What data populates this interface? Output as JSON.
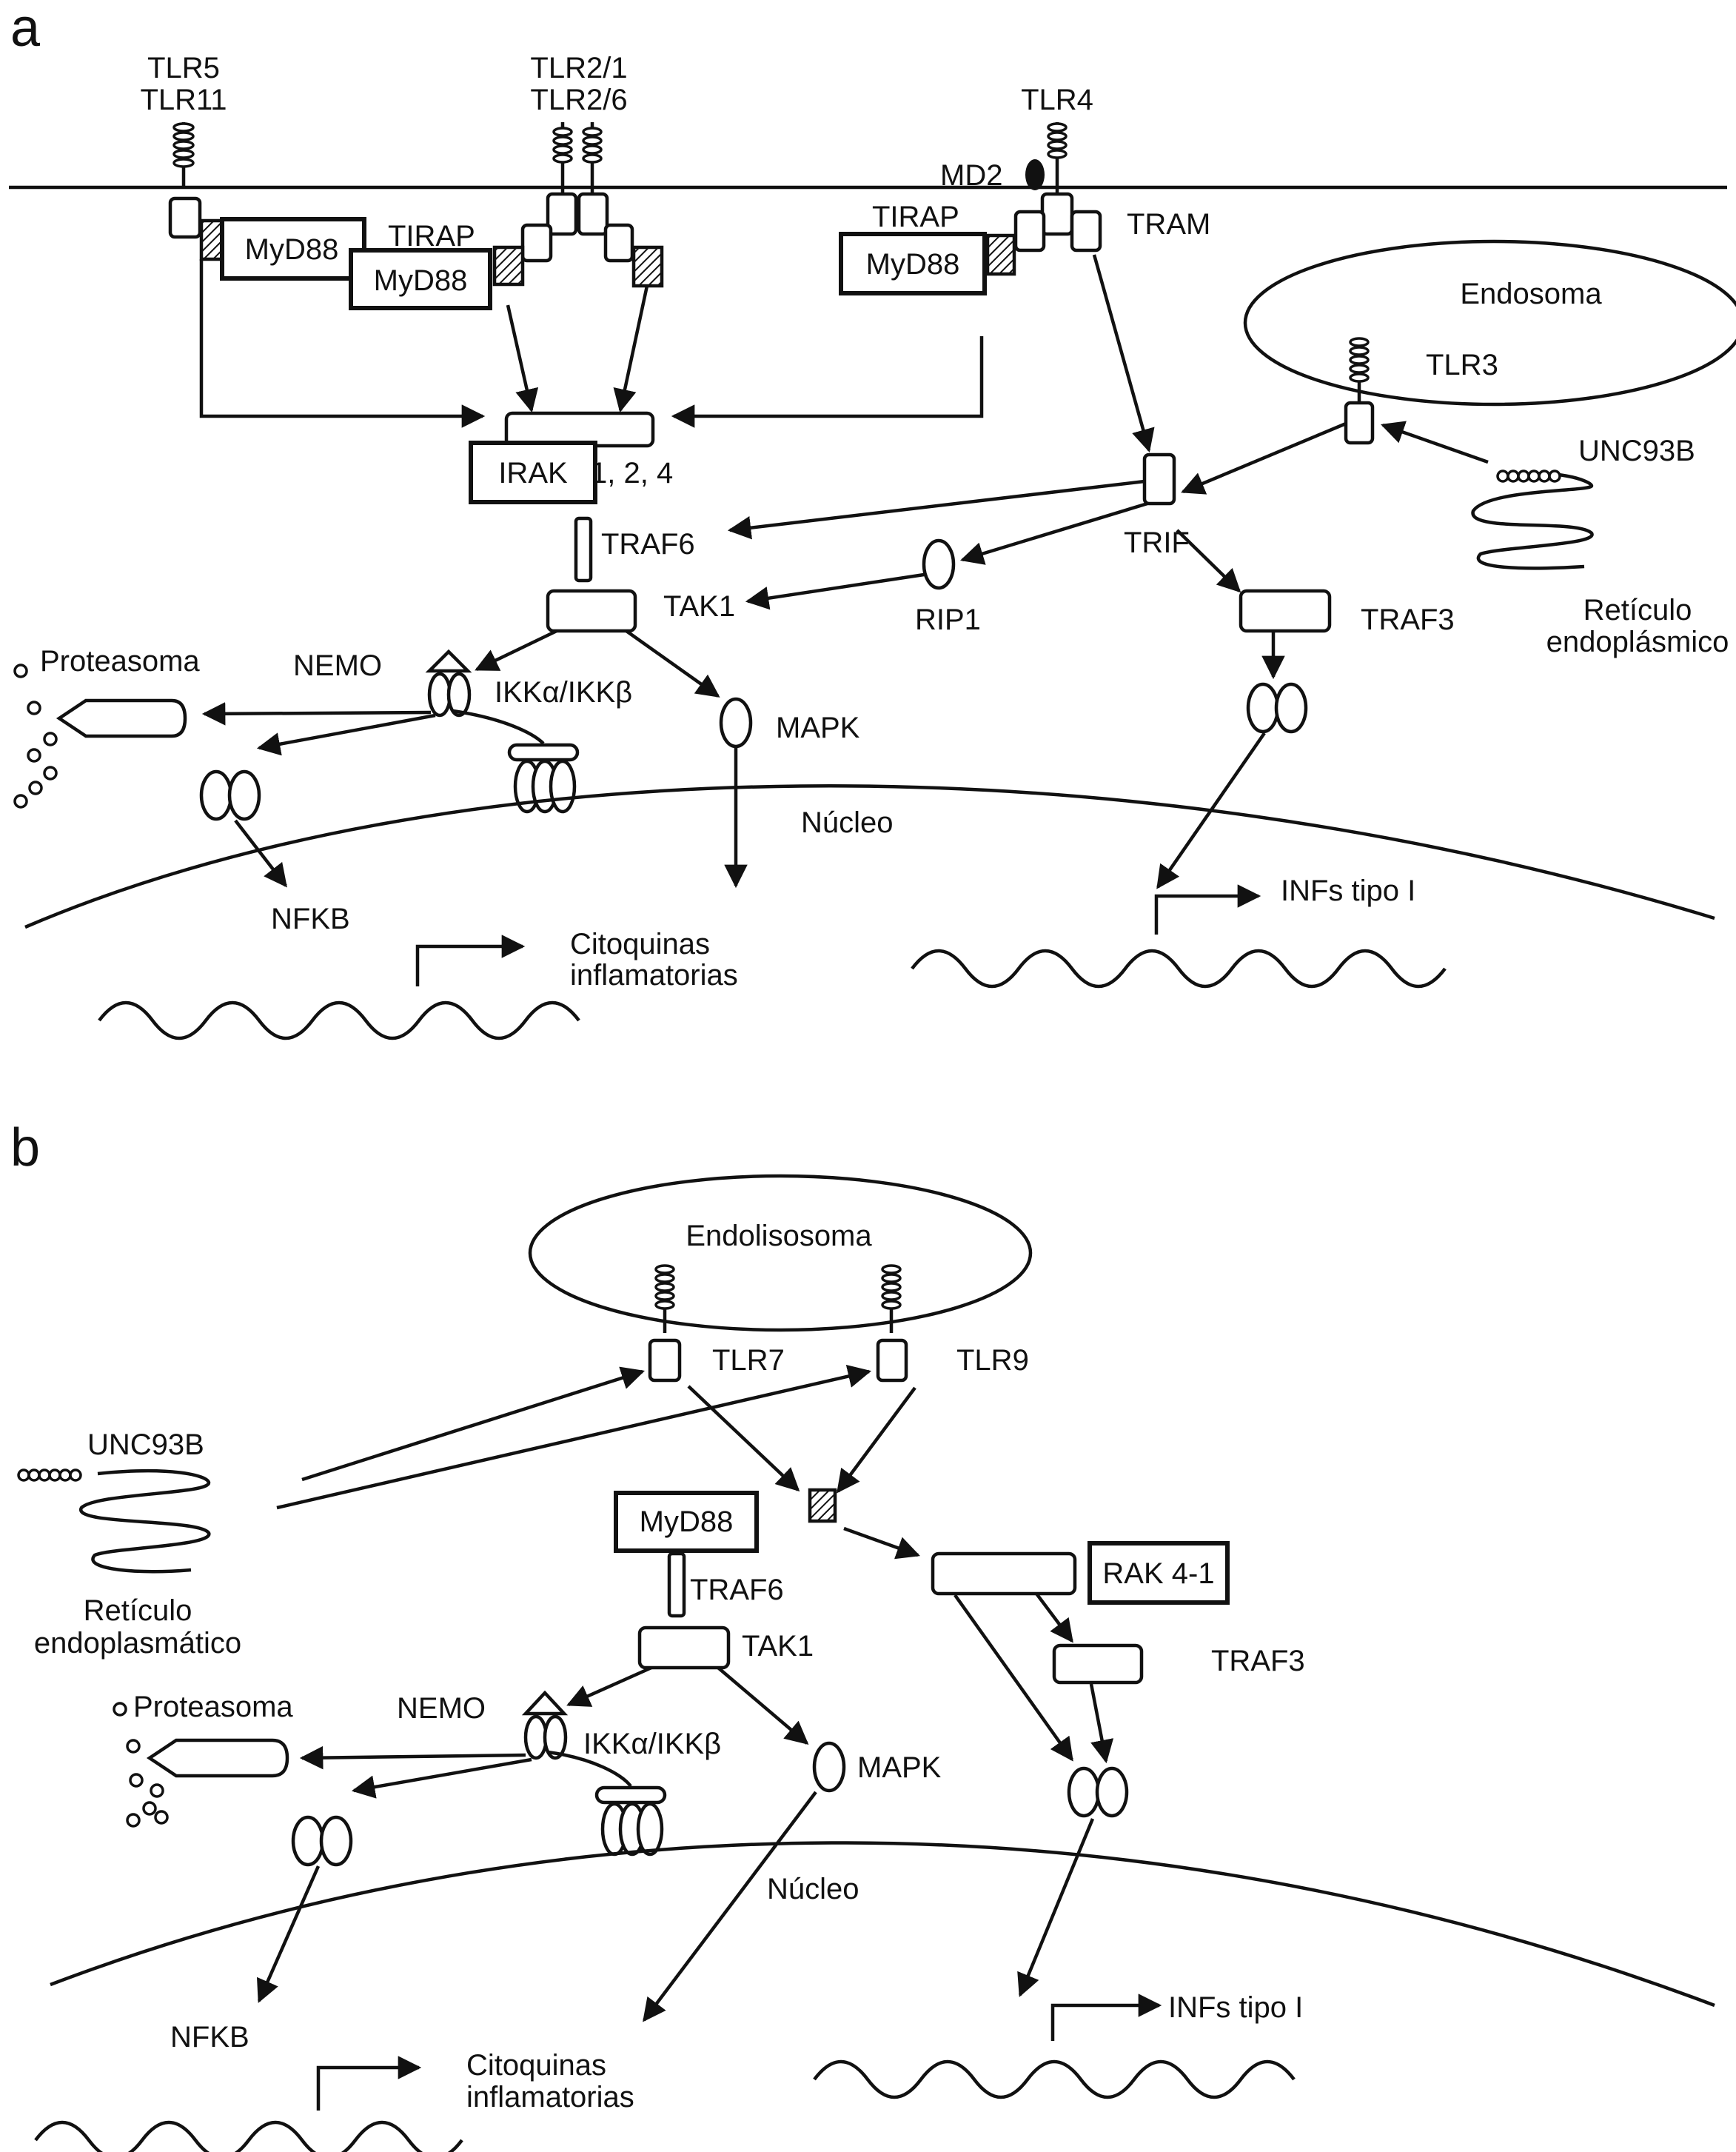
{
  "panel_a": {
    "panel_label": "a",
    "tlr5": "TLR5",
    "tlr11": "TLR11",
    "tlr2_1": "TLR2/1",
    "tlr2_6": "TLR2/6",
    "tlr4": "TLR4",
    "md2": "MD2",
    "tirap_left": "TIRAP",
    "tirap_right": "TIRAP",
    "myd88_1": "MyD88",
    "myd88_2": "MyD88",
    "myd88_3": "MyD88",
    "tram": "TRAM",
    "endosoma": "Endosoma",
    "tlr3": "TLR3",
    "unc93b": "UNC93B",
    "irak": "IRAK",
    "irak_nums": "1, 2, 4",
    "traf6": "TRAF6",
    "trif": "TRIF",
    "tak1": "TAK1",
    "rip1": "RIP1",
    "traf3": "TRAF3",
    "reticulo_1": "Retículo",
    "reticulo_2": "endoplásmico",
    "proteasoma": "Proteasoma",
    "nemo": "NEMO",
    "ikk": "IKKα/IKKβ",
    "mapk": "MAPK",
    "nucleo": "Núcleo",
    "nfkb": "NFKB",
    "citoquinas_1": "Citoquinas",
    "citoquinas_2": "inflamatorias",
    "infs": "INFs tipo I"
  },
  "panel_b": {
    "panel_label": "b",
    "endolisosoma": "Endolisosoma",
    "tlr7": "TLR7",
    "tlr9": "TLR9",
    "unc93b": "UNC93B",
    "reticulo_1": "Retículo",
    "reticulo_2": "endoplasmático",
    "myd88": "MyD88",
    "irak4": "RAK 4-1",
    "traf6": "TRAF6",
    "tak1": "TAK1",
    "traf3": "TRAF3",
    "proteasoma": "Proteasoma",
    "nemo": "NEMO",
    "ikk": "IKKα/IKKβ",
    "mapk": "MAPK",
    "nucleo": "Núcleo",
    "nfkb": "NFKB",
    "citoquinas_1": "Citoquinas",
    "citoquinas_2": "inflamatorias",
    "infs": "INFs tipo I"
  }
}
